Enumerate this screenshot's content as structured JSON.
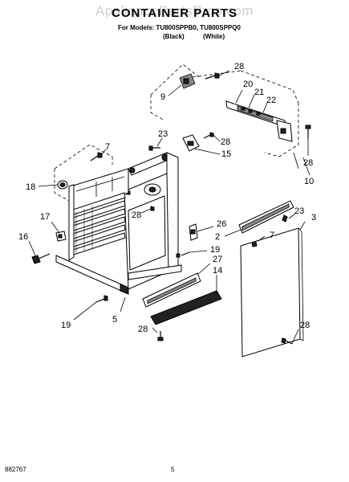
{
  "watermark": "AppliancePartsPros.com",
  "header": {
    "title": "CONTAINER PARTS",
    "models": "For Models: TU800SPPB0, TU800SPPQ0",
    "color_black": "(Black)",
    "color_white": "(White)"
  },
  "callouts": {
    "c28_top": "28",
    "c20": "20",
    "c21": "21",
    "c22": "22",
    "c9": "9",
    "c23_top": "23",
    "c28_mid": "28",
    "c15": "15",
    "c7_left": "7",
    "c18": "18",
    "c28_right": "28",
    "c10": "10",
    "c28_bin": "28",
    "c17": "17",
    "c16": "16",
    "c26": "26",
    "c23_right": "23",
    "c3": "3",
    "c2": "2",
    "c7_right": "7",
    "c19_right": "19",
    "c27": "27",
    "c14": "14",
    "c19_left": "19",
    "c5": "5",
    "c28_bottom": "28",
    "c28_door": "28"
  },
  "footer": {
    "doc_number": "882767",
    "page_number": "5"
  }
}
